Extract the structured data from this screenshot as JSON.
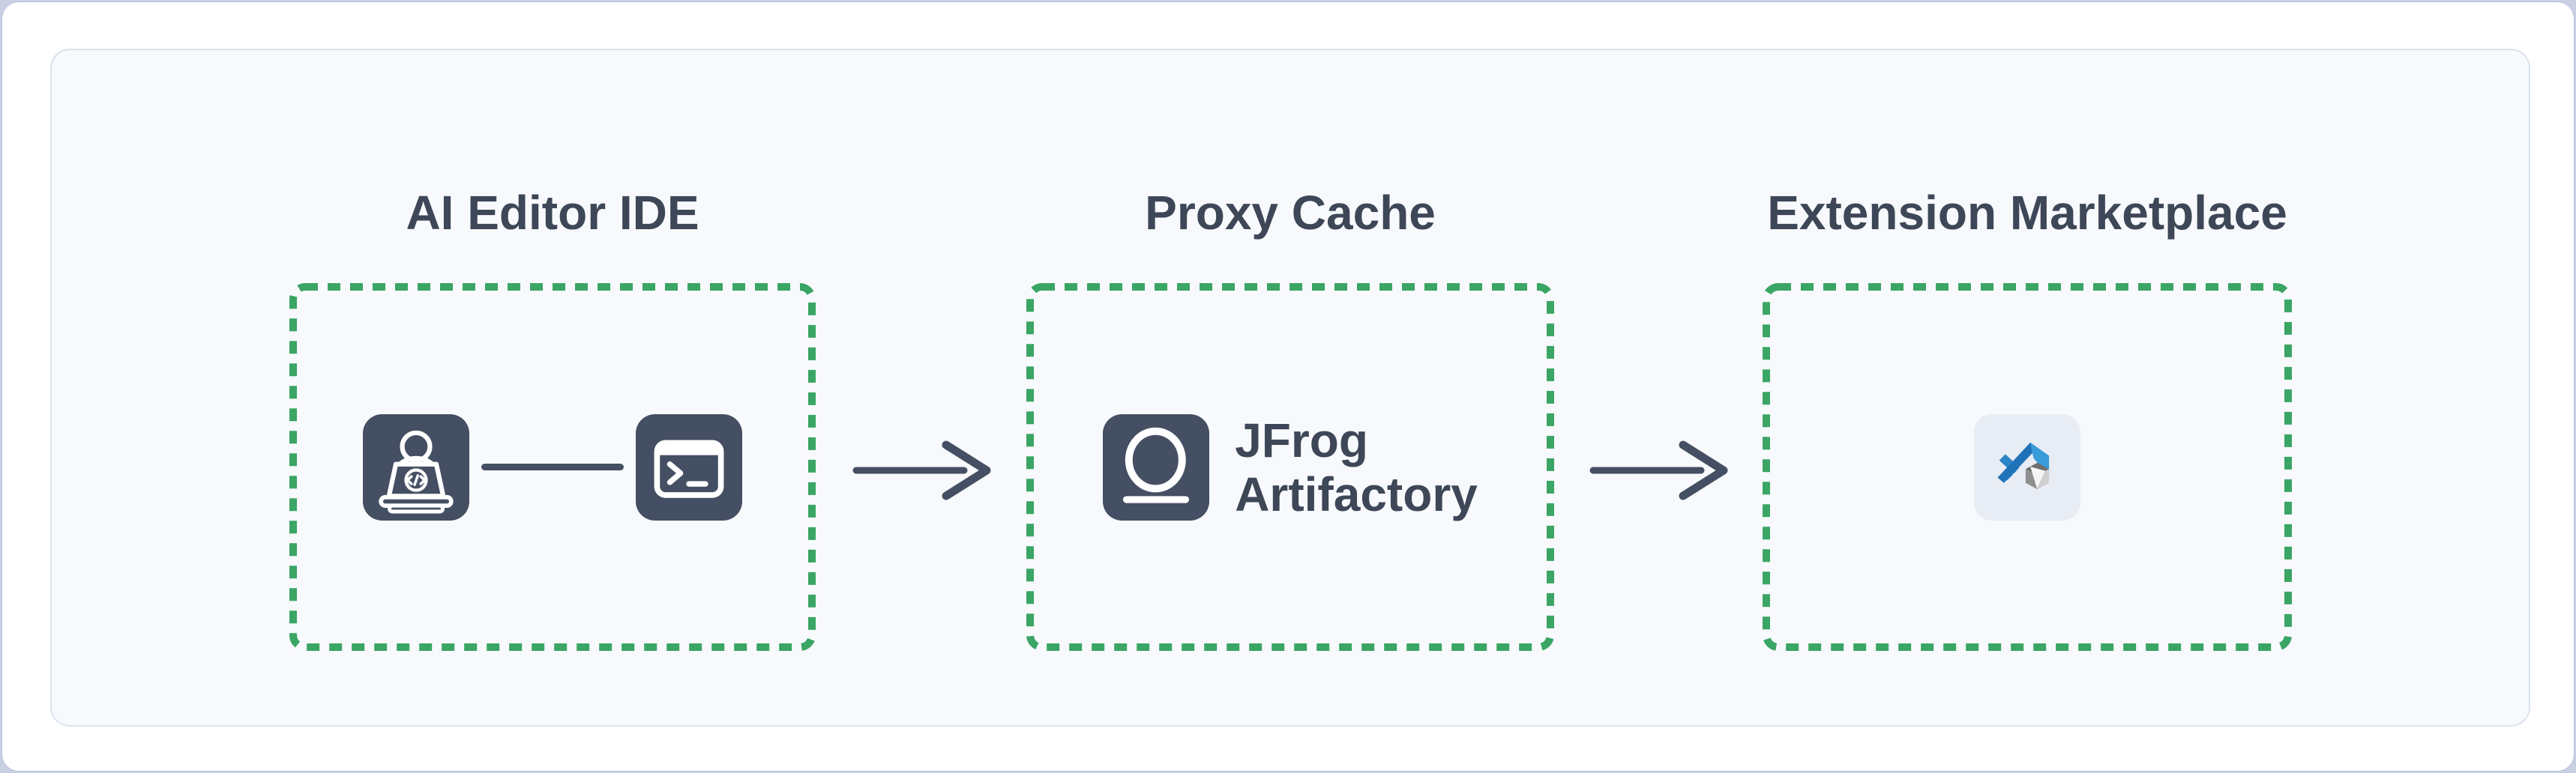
{
  "diagram": {
    "nodes": [
      {
        "id": "ai-editor-ide",
        "title": "AI Editor IDE",
        "icons": [
          "developer-laptop-icon",
          "terminal-icon"
        ],
        "connector": "line"
      },
      {
        "id": "proxy-cache",
        "title": "Proxy Cache",
        "icons": [
          "jfrog-artifactory-icon"
        ],
        "label": {
          "line1": "JFrog",
          "line2": "Artifactory"
        }
      },
      {
        "id": "extension-marketplace",
        "title": "Extension Marketplace",
        "icons": [
          "vs-marketplace-icon"
        ]
      }
    ],
    "connectors": [
      {
        "from": "ai-editor-ide",
        "to": "proxy-cache",
        "type": "arrow-right"
      },
      {
        "from": "proxy-cache",
        "to": "extension-marketplace",
        "type": "arrow-right"
      }
    ]
  },
  "colors": {
    "page_background": "#c9cfe2",
    "card_background": "#ffffff",
    "panel_background": "#f7f9fc",
    "panel_border": "#dbe2ee",
    "dashed_border_green": "#3aa564",
    "icon_slate": "#454f63",
    "text_slate": "#3d4757",
    "marketplace_tile": "#e8edf5",
    "vs_blue_dark": "#1f72b8",
    "vs_blue_light": "#3a9bd9"
  }
}
